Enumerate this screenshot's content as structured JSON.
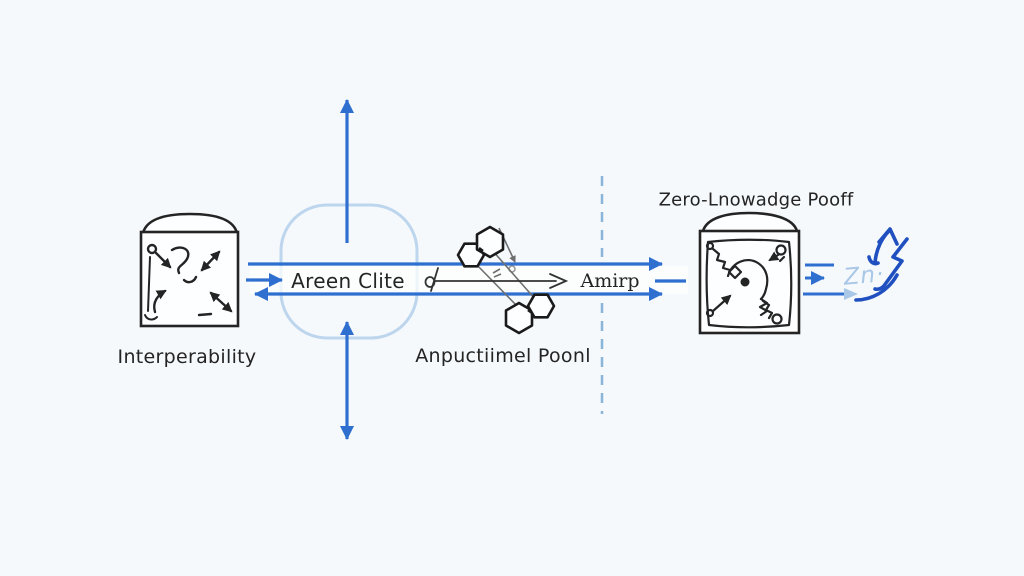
{
  "diagram": {
    "background": "#f5f9fc",
    "labels": {
      "left_box_caption": "Interperability",
      "center_node": "Areen Clite",
      "pipeline_caption": "Anpuctiimel Poonl",
      "flow_stage": "Amirp",
      "right_box_title": "Zero-Lnowadge Pooff",
      "handwritten_note": "Zn·"
    },
    "colors": {
      "background": "#f5f9fc",
      "arrow_blue": "#2e6fd0",
      "soft_blue_outline": "#bdd6ee",
      "dashed_divider_blue": "#8ab4d8",
      "handdrawn_blue": "#2050c0",
      "pale_note_blue": "#a9c7e6",
      "ink": "#242424",
      "sketch_gray": "#6f6f6f"
    },
    "icons": [
      "interoperability-arrows-icon",
      "rounded-node-outline-icon",
      "hexagon-molecule-icon",
      "annotation-loop-arrow-icon",
      "zk-proof-mechanism-icon",
      "handdrawn-swoosh-arrow-icon"
    ]
  }
}
